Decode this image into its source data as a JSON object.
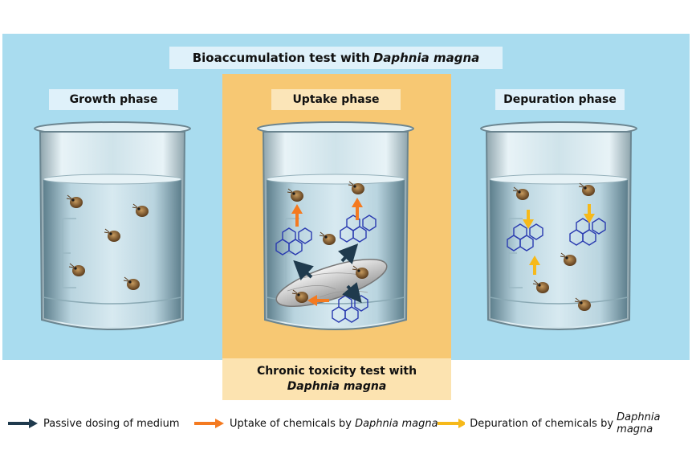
{
  "title": {
    "prefix": "Bioaccumulation test with ",
    "species": "Daphnia magna"
  },
  "phases": {
    "growth": "Growth phase",
    "uptake": "Uptake phase",
    "depuration": "Depuration phase"
  },
  "chronic": {
    "line1": "Chronic toxicity test with",
    "species": "Daphnia magna"
  },
  "legend": [
    {
      "label": "Passive dosing of medium",
      "species": "",
      "color": "#1f3a4d"
    },
    {
      "label": "Uptake of chemicals by ",
      "species": "Daphnia magna",
      "color": "#f47a20"
    },
    {
      "label": "Depuration of chemicals by ",
      "species": "Daphnia magna",
      "color": "#f6b91a"
    }
  ],
  "colors": {
    "background": "#a9dcef",
    "uptake_panel": "#f7c873",
    "molecule": "#2a3bb0"
  }
}
